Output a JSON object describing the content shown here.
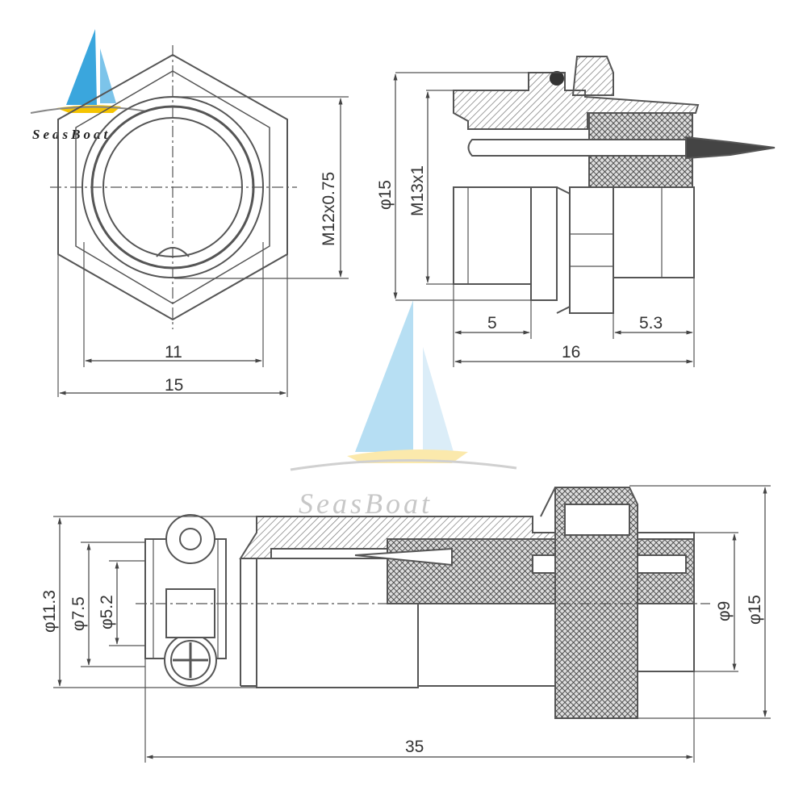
{
  "brand": {
    "name": "SeasBoat",
    "watermark": "SeasBoat"
  },
  "colors": {
    "line": "#555555",
    "hatch": "#666666",
    "dark": "#444444",
    "sail": "#3aa6dd",
    "sail_light": "#bfe0f3",
    "hull": "#f5c400"
  },
  "front_view": {
    "thread": "M12x0.75",
    "width_inner": "11",
    "width_outer": "15"
  },
  "side_view": {
    "diameter": "φ15",
    "thread": "M13x1",
    "len_a": "5",
    "len_b": "16",
    "len_c": "5.3"
  },
  "plug_view": {
    "d1": "φ11.3",
    "d2": "φ7.5",
    "d3": "φ5.2",
    "d4": "φ9",
    "d5": "φ15",
    "length": "35"
  }
}
